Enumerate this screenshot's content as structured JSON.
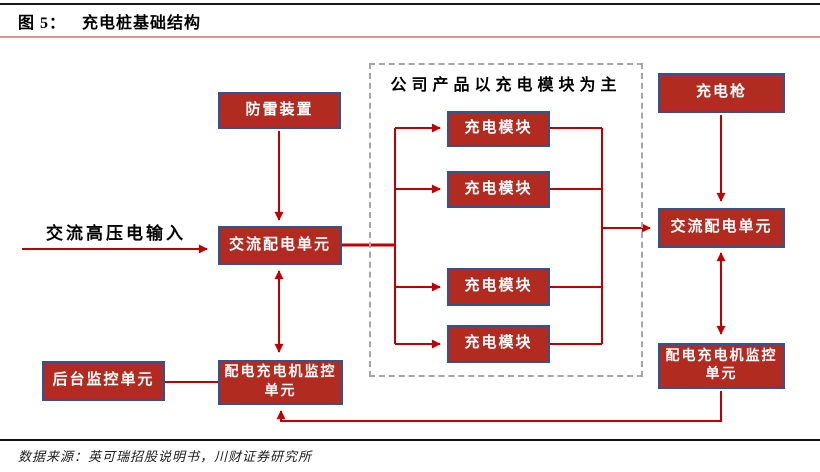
{
  "header": {
    "figure_label": "图 5：",
    "title": "充电桩基础结构"
  },
  "diagram": {
    "input_label": "交流高压电输入",
    "dashed_group_title": "公司产品以充电模块为主",
    "nodes": {
      "lightning_protection": "防雷装置",
      "ac_distribution_left": "交流配电单元",
      "module1": "充电模块",
      "module2": "充电模块",
      "module3": "充电模块",
      "module4": "充电模块",
      "charging_gun": "充电枪",
      "ac_distribution_right": "交流配电单元",
      "monitor_right": "配电充电机监控单元",
      "monitor_center": "配电充电机监控单元",
      "backend_monitor": "后台监控单元"
    }
  },
  "footer": {
    "source": "数据来源：英可瑞招股说明书，川财证券研究所"
  },
  "colors": {
    "box_fill": "#b12b21",
    "box_border": "#2f5496",
    "arrow": "#c00000",
    "title_underline": "#e59090",
    "dashed_border": "#a6a6a6"
  }
}
